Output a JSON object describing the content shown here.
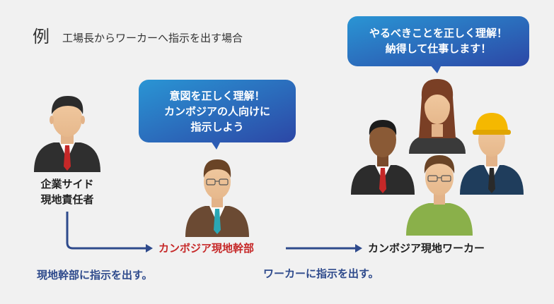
{
  "header": {
    "mark": "例",
    "title": "工場長からワーカーへ指示を出す場合"
  },
  "bubbles": {
    "cadre": [
      "意図を正しく理解！",
      "カンボジアの人向けに",
      "指示しよう"
    ],
    "workers": [
      "やるべきことを正しく理解！",
      "納得して仕事します！"
    ]
  },
  "labels": {
    "manager": [
      "企業サイド",
      "現地責任者"
    ],
    "cadre": "カンボジア現地幹部",
    "workers": "カンボジア現地ワーカー"
  },
  "notes": {
    "to_cadre": "現地幹部に指示を出す。",
    "to_workers": "ワーカーに指示を出す。"
  },
  "colors": {
    "accent_red": "#c62828",
    "arrow_blue": "#2e4a8c",
    "bubble_top": "#2a8fd0",
    "bubble_bottom": "#2d4aa8"
  }
}
